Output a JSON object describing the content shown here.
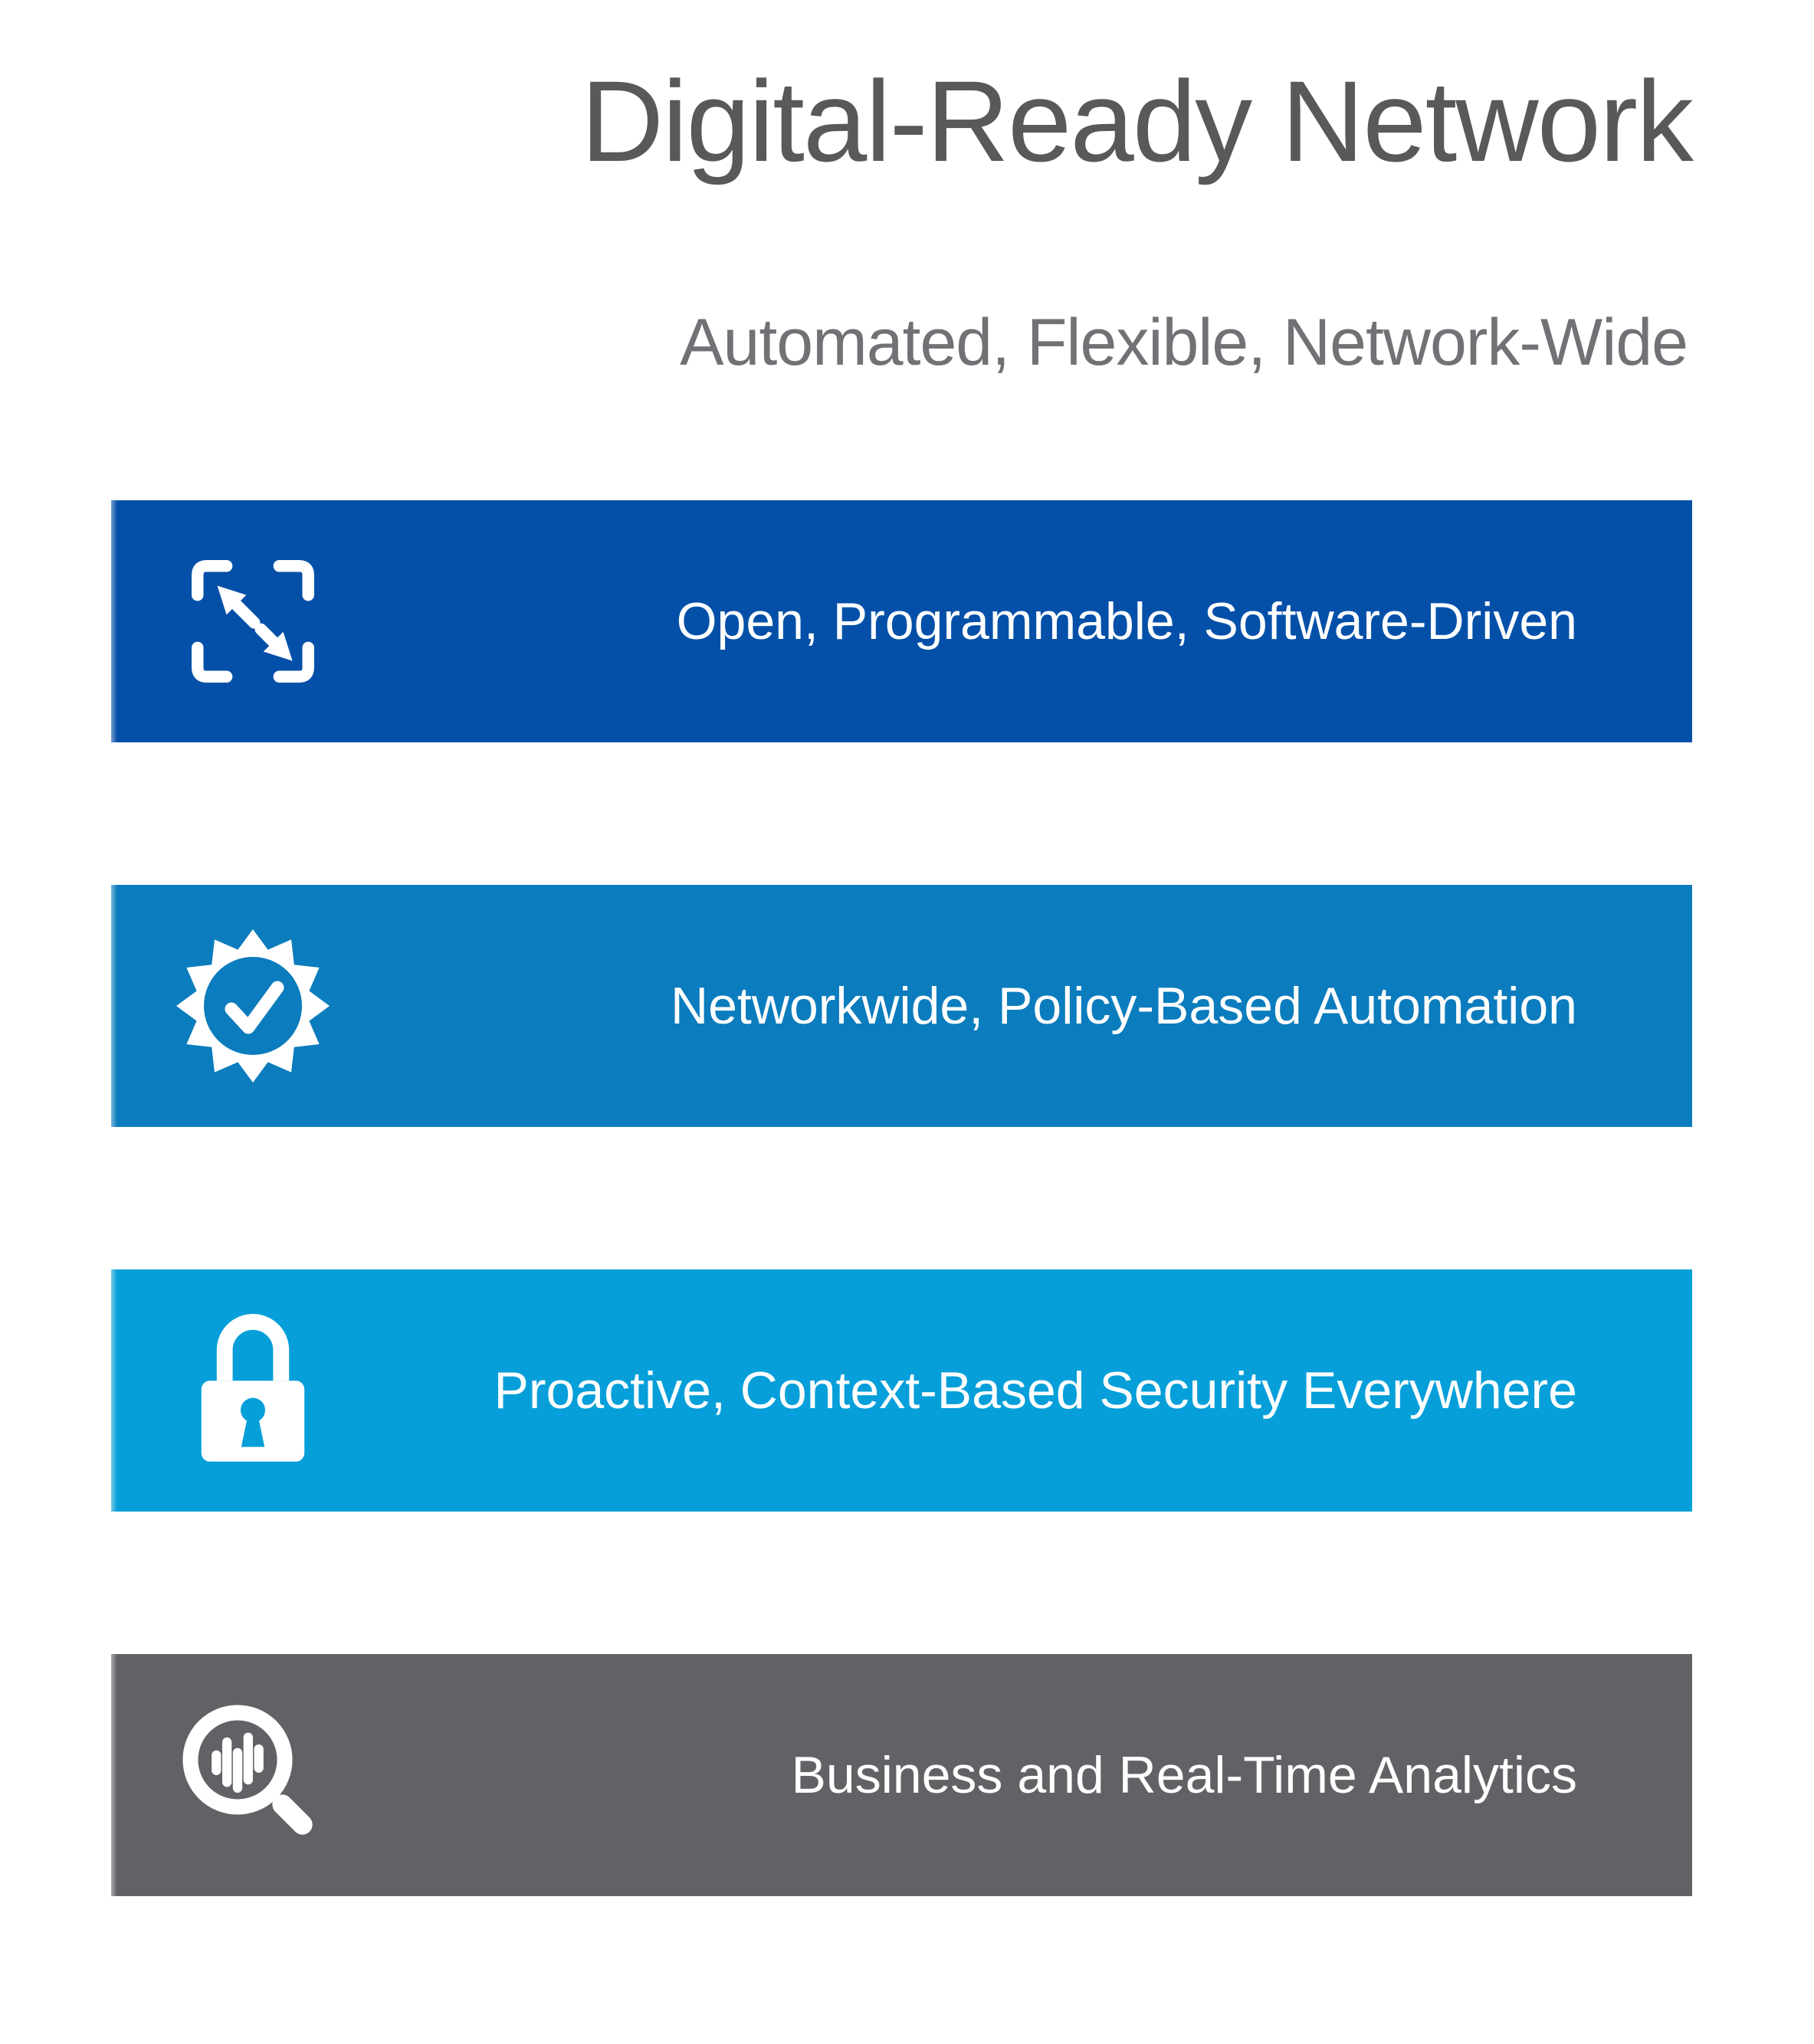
{
  "header": {
    "title": "Digital-Ready Network",
    "subtitle": "Automated, Flexible, Network-Wide",
    "title_color": "#58595b",
    "subtitle_color": "#717276"
  },
  "rows": [
    {
      "label": "Open, Programmable, Software-Driven",
      "icon": "expand-arrows-icon",
      "color": "#0450a8",
      "text_color": "#ffffff"
    },
    {
      "label": "Networkwide, Policy-Based Automation",
      "icon": "badge-check-icon",
      "color": "#0b7cbd",
      "text_color": "#ffffff"
    },
    {
      "label": "Proactive, Context-Based Security Everywhere",
      "icon": "lock-icon",
      "color": "#069fd9",
      "text_color": "#ffffff"
    },
    {
      "label": "Business and Real-Time Analytics",
      "icon": "analytics-search-icon",
      "color": "#616266",
      "text_color": "#ffffff"
    }
  ]
}
